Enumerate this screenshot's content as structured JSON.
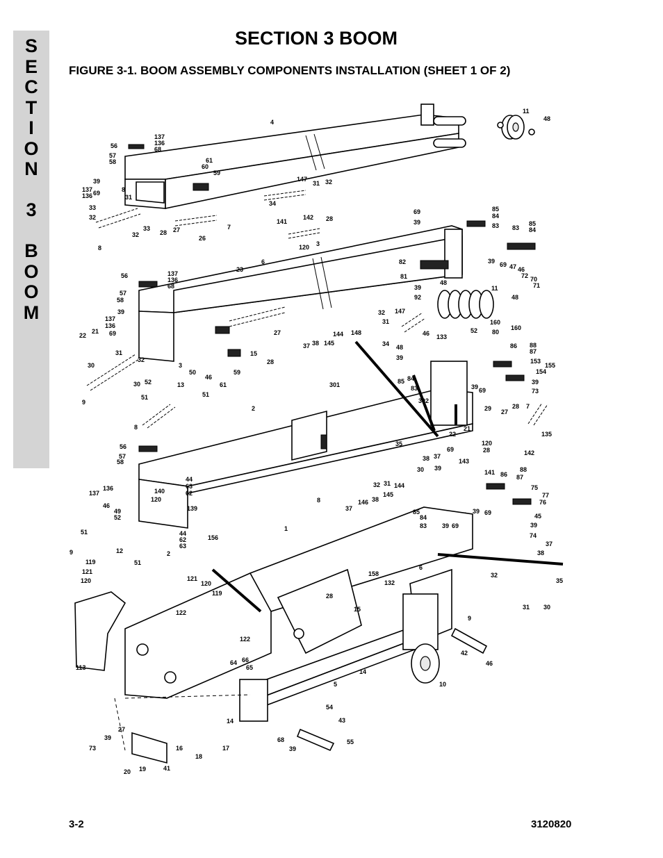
{
  "side_tab": {
    "letters": [
      "S",
      "E",
      "C",
      "T",
      "I",
      "O",
      "N",
      "",
      "3",
      "",
      "B",
      "O",
      "O",
      "M"
    ]
  },
  "page_title": "SECTION 3  BOOM",
  "figure_title": "FIGURE 3-1.    BOOM ASSEMBLY COMPONENTS INSTALLATION  (SHEET 1 OF 2)",
  "footer": {
    "page_number": "3-2",
    "doc_number": "3120820"
  },
  "callouts": {
    "c4": "4",
    "c11": "11",
    "c48": "48",
    "c56a": "56",
    "c137a": "137",
    "c136a": "136",
    "c68a": "68",
    "c57a": "57",
    "c58a": "58",
    "c61": "61",
    "c60": "60",
    "c59a": "59",
    "c39a": "39",
    "c8a": "8",
    "c137b": "137",
    "c136b": "136",
    "c69a": "69",
    "c147a": "147",
    "c31a": "31",
    "c32a": "32",
    "c34a": "34",
    "c31b": "31",
    "c33a": "33",
    "c32b": "32",
    "c33b": "33",
    "c27a": "27",
    "c28a": "28",
    "c26": "26",
    "c7a": "7",
    "c32c": "32",
    "c8b": "8",
    "c69b": "69",
    "c85a": "85",
    "c84a": "84",
    "c83a": "83",
    "c39b": "39",
    "c141a": "141",
    "c142a": "142",
    "c28b": "28",
    "c120a": "120",
    "c3a": "3",
    "c83b": "83",
    "c85b": "85",
    "c84b": "84",
    "c6a": "6",
    "c82": "82",
    "c81": "81",
    "c39c": "39",
    "c69c": "69",
    "c47": "47",
    "c46a": "46",
    "c72": "72",
    "c70": "70",
    "c71": "71",
    "c39d": "39",
    "c48b": "48",
    "c92": "92",
    "c11b": "11",
    "c48c": "48",
    "c56b": "56",
    "c137c": "137",
    "c136c": "136",
    "c68b": "68",
    "c23": "23",
    "c57b": "57",
    "c58b": "58",
    "c39e": "39",
    "c137d": "137",
    "c136d": "136",
    "c69d": "69",
    "c22a": "22",
    "c21a": "21",
    "c32d": "32",
    "c31c": "31",
    "c147b": "147",
    "c148": "148",
    "c144a": "144",
    "c37a": "37",
    "c38a": "38",
    "c145a": "145",
    "c27b": "27",
    "c15a": "15",
    "c28c": "28",
    "c52a": "52",
    "c160a": "160",
    "c160b": "160",
    "c80": "80",
    "c46b": "46",
    "c133": "133",
    "c34b": "34",
    "c48d": "48",
    "c39f": "39",
    "c30a": "30",
    "c31d": "31",
    "c32e": "32",
    "c3b": "3",
    "c50": "50",
    "c46c": "46",
    "c61b": "61",
    "c59b": "59",
    "c9a": "9",
    "c30b": "30",
    "c52b": "52",
    "c13": "13",
    "c51a": "51",
    "c51b": "51",
    "c8c": "8",
    "c86a": "86",
    "c88a": "88",
    "c87a": "87",
    "c153": "153",
    "c155": "155",
    "c154": "154",
    "c39g": "39",
    "c73a": "73",
    "c85c": "85",
    "c84c": "84",
    "c83c": "83",
    "c39h": "39",
    "c69e": "69",
    "c301": "301",
    "c302": "302",
    "c2a": "2",
    "c29": "29",
    "c28d": "28",
    "c7b": "7",
    "c27c": "27",
    "c135": "135",
    "c56c": "56",
    "c57c": "57",
    "c58c": "58",
    "c35a": "35",
    "c22b": "22",
    "c21b": "21",
    "c120b": "120",
    "c28e": "28",
    "c142b": "142",
    "c38b": "38",
    "c37b": "37",
    "c69f": "69",
    "c30c": "30",
    "c143": "143",
    "c39i": "39",
    "c141b": "141",
    "c88b": "88",
    "c87b": "87",
    "c86b": "86",
    "c32f": "32",
    "c31e": "31",
    "c144b": "144",
    "c145b": "145",
    "c8d": "8",
    "c75": "75",
    "c77": "77",
    "c76": "76",
    "c45": "45",
    "c39j": "39",
    "c74": "74",
    "c39k": "39",
    "c69g": "69",
    "c44a": "44",
    "c63a": "63",
    "c62a": "62",
    "c137e": "137",
    "c136e": "136",
    "c46d": "46",
    "c49": "49",
    "c52c": "52",
    "c140": "140",
    "c120c": "120",
    "c139": "139",
    "c146": "146",
    "c38c": "38",
    "c37c": "37",
    "c85d": "85",
    "c84d": "84",
    "c83d": "83",
    "c39l": "39",
    "c69h": "69",
    "c44b": "44",
    "c62b": "62",
    "c63b": "63",
    "c1": "1",
    "c51c": "51",
    "c12": "12",
    "c9b": "9",
    "c119a": "119",
    "c121a": "121",
    "c120d": "120",
    "c51d": "51",
    "c2b": "2",
    "c156": "156",
    "c121b": "121",
    "c120e": "120",
    "c119b": "119",
    "c37d": "37",
    "c38d": "38",
    "c35b": "35",
    "c32g": "32",
    "c158": "158",
    "c132": "132",
    "c6b": "6",
    "c31f": "31",
    "c30d": "30",
    "c9c": "9",
    "c28f": "28",
    "c15b": "15",
    "c122a": "122",
    "c122b": "122",
    "c113": "113",
    "c64": "64",
    "c66": "66",
    "c65": "65",
    "c14a": "14",
    "c42": "42",
    "c46e": "46",
    "c10": "10",
    "c5": "5",
    "c54": "54",
    "c43": "43",
    "c68c": "68",
    "c39m": "39",
    "c55": "55",
    "c14b": "14",
    "c27d": "27",
    "c39n": "39",
    "c73b": "73",
    "c16": "16",
    "c18": "18",
    "c17": "17",
    "c20": "20",
    "c19": "19",
    "c41": "41"
  }
}
